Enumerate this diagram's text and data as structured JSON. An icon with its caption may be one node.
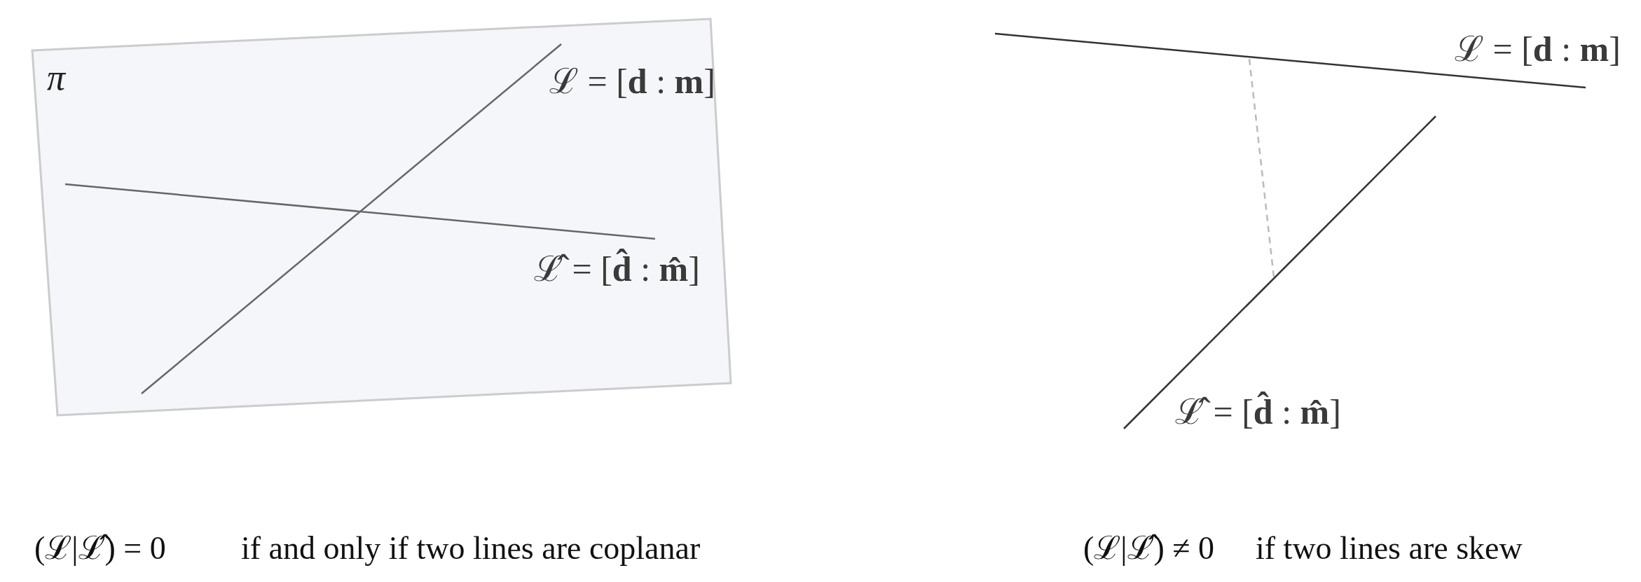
{
  "diagram": {
    "nodes": [
      {
        "text": [
          "π"
        ]
      }
    ],
    "edges": [],
    "labels": [
      "ℒ = [**d** : **m**]",
      "ℒ̂ = [**d̂** : **m̂**]",
      "ℒ = [**d** : **m**]",
      "ℒ̂ = [**d̂** : **m̂**]",
      "(ℒ|ℒ̂) = 0",
      "if and only if two lines are coplanar",
      "(ℒ|ℒ̂) ≠ 0",
      "if two lines are skew"
    ]
  }
}
